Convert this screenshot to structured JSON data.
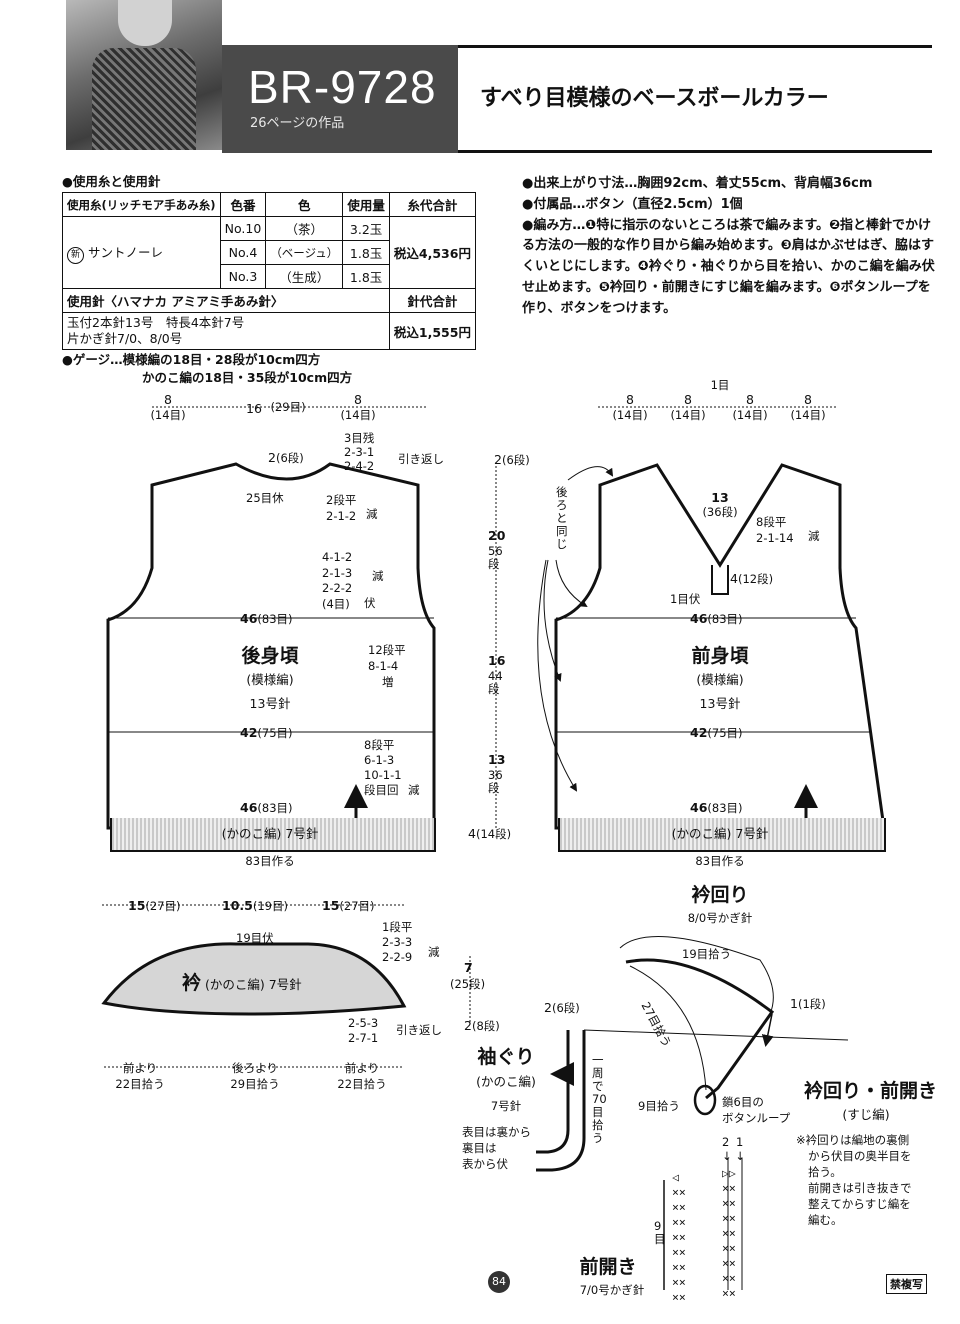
{
  "header": {
    "code": "BR-9728",
    "subtitle": "26ページの作品",
    "title": "すべり目模様のベースボールカラー"
  },
  "yarn_section": {
    "heading": "●使用糸と使用針",
    "table_headers": [
      "使用糸(リッチモア手あみ糸)",
      "色番",
      "色",
      "使用量",
      "糸代合計"
    ],
    "yarn_name": "サントノーレ",
    "new_mark": "新",
    "rows": [
      {
        "number": "No.10",
        "color": "（茶）",
        "amount": "3.2玉"
      },
      {
        "number": "No.4",
        "color": "（ベージュ）",
        "amount": "1.8玉"
      },
      {
        "number": "No.3",
        "color": "（生成）",
        "amount": "1.8玉"
      }
    ],
    "yarn_total": "税込4,536円",
    "needle_label": "使用針〈ハマナカ アミアミ手あみ針〉",
    "needle_total_label": "針代合計",
    "needles_line1": "玉付2本針13号　特長4本針7号",
    "needles_line2": "片かぎ針7/0、8/0号",
    "needle_total": "税込1,555円"
  },
  "gauge": {
    "line1": "●ゲージ…模様編の18目・28段が10cm四方",
    "line2": "かのこ編の18目・35段が10cm四方"
  },
  "notes": {
    "size": "●出来上がり寸法…胸囲92cm、着丈55cm、背肩幅36cm",
    "notions": "●付属品…ボタン（直径2.5cm）1個",
    "method": "●編み方…❶特に指示のないところは茶で編みます。❷指と棒針でかける方法の一般的な作り目から編み始めます。❸肩はかぶせはぎ、脇はすくいとじにします。❹衿ぐり・袖ぐりから目を拾い、かのこ編を編み伏せ止めます。❺衿回り・前開きにすじ編を編みます。❻ボタンループを作り、ボタンをつけます。"
  },
  "back": {
    "name": "後身頃",
    "pattern": "(模様編)",
    "needle": "13号針",
    "top_dims": [
      "8",
      "(14目)",
      "16",
      "(29目)",
      "8",
      "(14目)"
    ],
    "neck_depth": "2",
    "neck_depth_rows": "(6段)",
    "neck_center": "25目休",
    "shoulder_steps": [
      "3目残",
      "2-3-1",
      "2-4-2"
    ],
    "shoulder_label": "引き返し",
    "neck_dec": [
      "2段平",
      "2-1-2"
    ],
    "neck_dec_label": "減",
    "armhole_dec": [
      "4-1-2",
      "2-1-3",
      "2-2-2",
      "(4目)"
    ],
    "armhole_dec_label": "減",
    "armhole_bind": "伏",
    "chest_width": "46",
    "chest_st": "(83目)",
    "side_inc": [
      "12段平",
      "8-1-4"
    ],
    "side_inc_label": "増",
    "waist_width": "42",
    "waist_st": "(75目)",
    "side_dec": [
      "8段平",
      "6-1-3",
      "10-1-1",
      "段目回"
    ],
    "side_dec_label": "減",
    "hem_width": "46",
    "hem_st": "(83目)",
    "rib": "(かのこ編) 7号針",
    "cast_on": "83目作る"
  },
  "front": {
    "name": "前身頃",
    "pattern": "(模様編)",
    "needle": "13号針",
    "top_dims": [
      "8",
      "(14目)",
      "8",
      "(14目)",
      "1目",
      "8",
      "(14目)",
      "8",
      "(14目)"
    ],
    "same_as_back": "後ろと同じ",
    "v_depth": "13",
    "v_depth_rows": "(36段)",
    "v_dec": [
      "8段平",
      "2-1-14"
    ],
    "v_dec_label": "減",
    "v_bottom": "4",
    "v_bottom_rows": "(12段)",
    "center_bind": "1目伏",
    "chest_width": "46",
    "chest_st": "(83目)",
    "waist_width": "42",
    "waist_st": "(75目)",
    "hem_width": "46",
    "hem_st": "(83目)",
    "rib": "(かのこ編) 7号針",
    "cast_on": "83目作る"
  },
  "vertical_dims": [
    {
      "cm": "2",
      "rows": "(6段)"
    },
    {
      "cm": "20",
      "rows": "56段"
    },
    {
      "cm": "16",
      "rows": "44段"
    },
    {
      "cm": "13",
      "rows": "36段"
    },
    {
      "cm": "4",
      "rows": "(14段)"
    }
  ],
  "collar": {
    "name": "衿",
    "pattern": "(かのこ編) 7号針",
    "top_dims": [
      "15",
      "(27目)",
      "10.5",
      "(19目)",
      "15",
      "(27目)"
    ],
    "center_bind": "19目伏",
    "dec": [
      "1段平",
      "2-3-3",
      "2-2-9"
    ],
    "dec_label": "減",
    "height": "7",
    "height_rows": "(25段)",
    "bottom_depth": "2",
    "bottom_rows": "(8段)",
    "short_rows": [
      "2-5-3",
      "2-7-1"
    ],
    "short_rows_label": "引き返し",
    "pickup": [
      {
        "a": "前より",
        "b": "22目拾う"
      },
      {
        "a": "後ろより",
        "b": "29目拾う"
      },
      {
        "a": "前より",
        "b": "22目拾う"
      }
    ]
  },
  "armband": {
    "name": "袖ぐり",
    "pattern": "(かのこ編)",
    "needle": "7号針",
    "depth": "2",
    "depth_rows": "(6段)",
    "pickup": "一周で70目拾う",
    "note": [
      "表目は裏から",
      "裏目は",
      "表から伏"
    ]
  },
  "neckline": {
    "title": "衿回り",
    "hook": "8/0号かぎ針",
    "pick19": "19目拾う",
    "pick27": "27目拾う",
    "pick9": "9目拾う",
    "row1": "1",
    "row1_label": "(1段)",
    "loop": [
      "鎖6目の",
      "ボタンループ"
    ]
  },
  "edge": {
    "title": "衿回り・前開き",
    "pattern": "(すじ編)",
    "notes": [
      "※衿回りは編地の裏側",
      "から伏目の奥半目を",
      "拾う。",
      "前開きは引き抜きで",
      "整えてからすじ編を",
      "編む。"
    ]
  },
  "placket": {
    "title": "前開き",
    "hook": "7/0号かぎ針",
    "rows_label": "9目",
    "row_nums": [
      "2",
      "1"
    ]
  },
  "footer": {
    "page": "84",
    "stamp": "禁複写"
  }
}
